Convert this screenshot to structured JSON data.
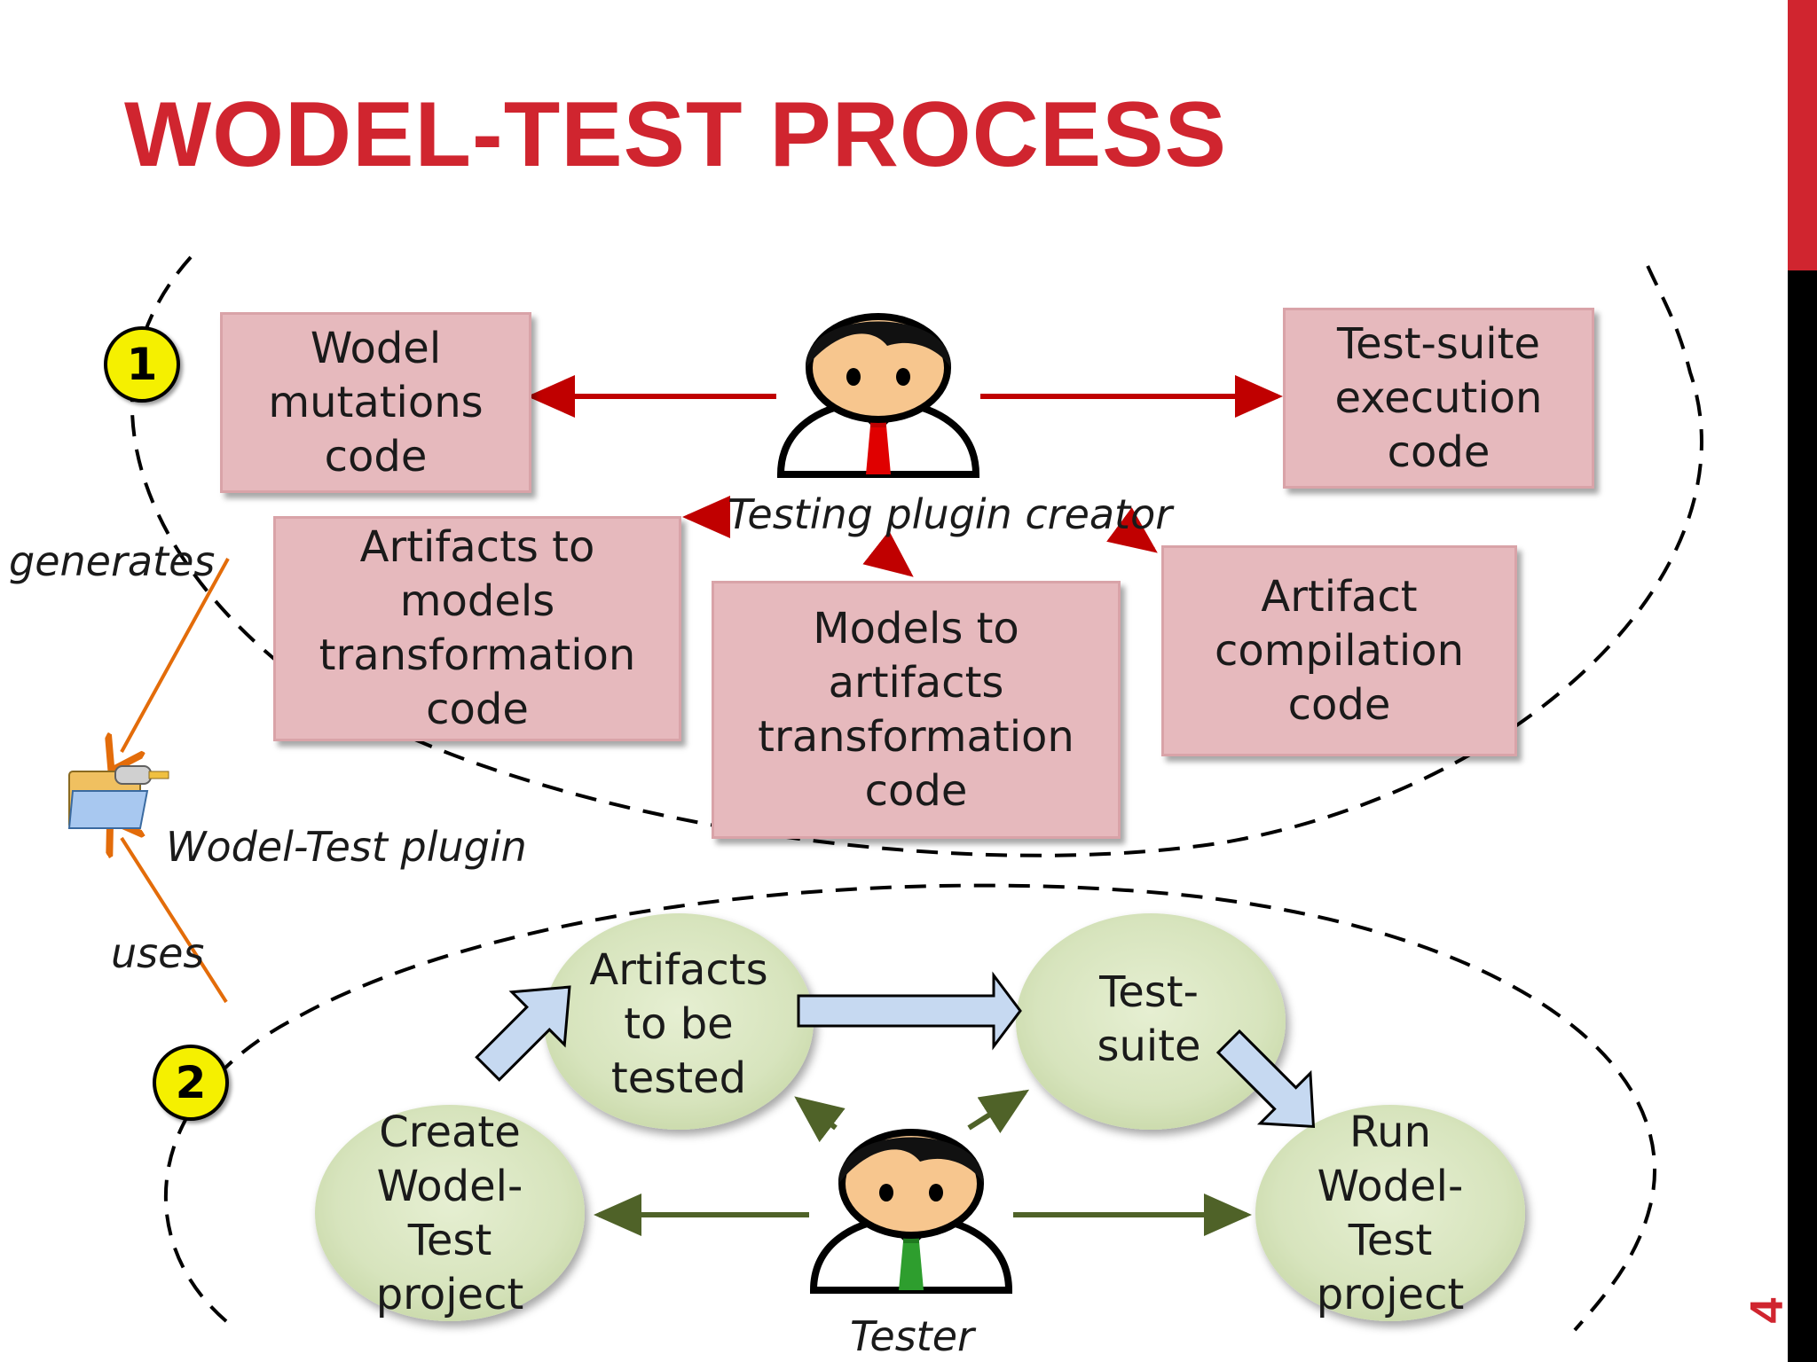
{
  "slide": {
    "title": "WODEL-TEST PROCESS",
    "page_number": "4"
  },
  "phase1": {
    "badge": "1",
    "actor_label": "Testing plugin creator",
    "boxes": {
      "mutations": "Wodel\nmutations\ncode",
      "execution": "Test-suite\nexecution\ncode",
      "artifacts_to_models": "Artifacts to\nmodels\ntransformation\ncode",
      "models_to_artifacts": "Models to\nartifacts\ntransformation\ncode",
      "compilation": "Artifact\ncompilation\ncode"
    }
  },
  "plugin": {
    "generates_label": "generates",
    "plugin_label": "Wodel-Test plugin",
    "uses_label": "uses"
  },
  "phase2": {
    "badge": "2",
    "actor_label": "Tester",
    "steps": {
      "artifacts": "Artifacts\nto be\ntested",
      "test_suite": "Test-\nsuite",
      "create_project": "Create\nWodel-\nTest\nproject",
      "run_project": "Run\nWodel-\nTest\nproject"
    }
  },
  "colors": {
    "title": "#d0252f",
    "box_fill": "#e6b9bd",
    "circle_fill": "#d7e4bd",
    "red_arrow": "#c00000",
    "green_arrow": "#4f6228",
    "orange_arrow": "#e36c0a",
    "block_arrow_fill": "#c6d9f1"
  },
  "icons": {
    "actor": "person-icon",
    "plugin": "plugin-folder-icon"
  }
}
